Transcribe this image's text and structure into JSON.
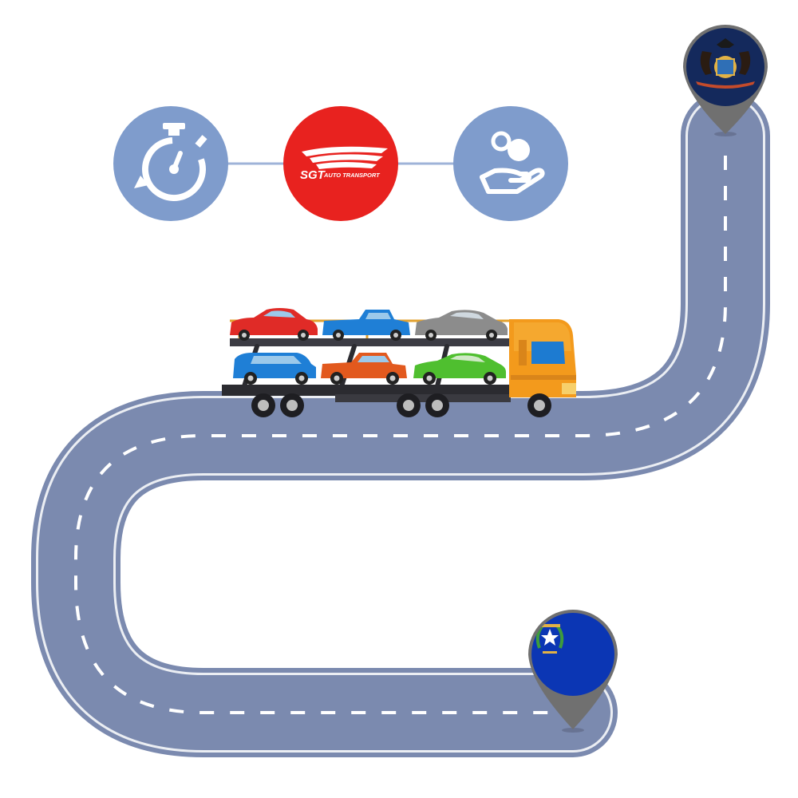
{
  "logo": {
    "brand": "SGT",
    "tagline": "AUTO TRANSPORT"
  },
  "icons": [
    "stopwatch-icon",
    "brand-logo",
    "hand-coin-icon"
  ],
  "route": {
    "origin_flag": "pennsylvania-flag",
    "destination_flag": "nevada-flag"
  },
  "colors": {
    "road": "#7b8aaf",
    "road_edge": "#ffffff",
    "lane_marks": "#ffffff",
    "feature_circle": "#7f9ccc",
    "brand_red": "#e8221f",
    "connector_line": "#9fb3d8",
    "pin_shadow": "#707070",
    "pa_flag": "#14295c",
    "nv_flag": "#0b36b4",
    "truck_cab": "#f39a1c"
  },
  "truck": {
    "cars_top": [
      "red-car",
      "blue-pickup",
      "gray-car"
    ],
    "cars_bottom": [
      "blue-suv",
      "orange-pickup",
      "green-car"
    ]
  }
}
